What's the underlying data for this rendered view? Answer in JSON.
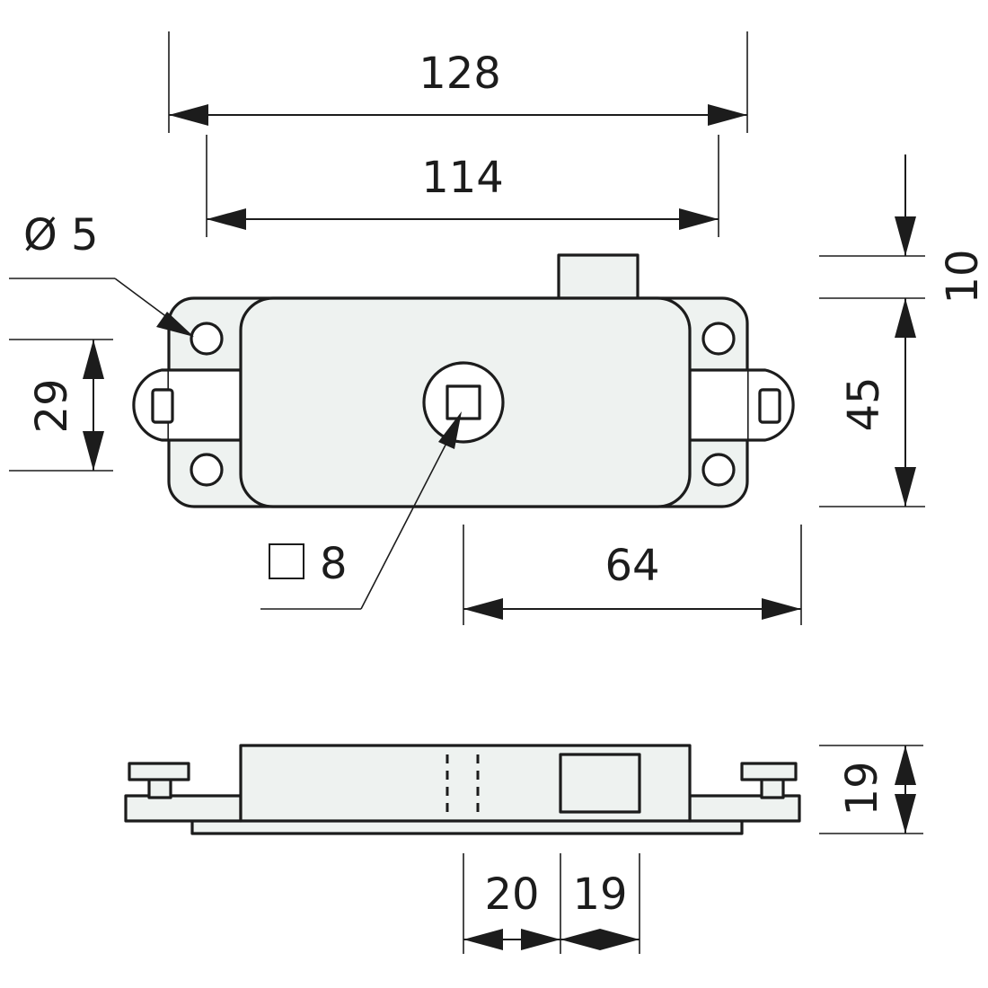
{
  "dimensions": {
    "overall_length": "128",
    "hole_spacing": "114",
    "hole_diameter": "Ø 5",
    "square_hole": "8",
    "hole_vertical_spacing": "29",
    "height": "45",
    "pin_height": "10",
    "offset": "64",
    "thickness": "19",
    "side_a": "20",
    "side_b": "19"
  },
  "colors": {
    "line": "#1c1c1c",
    "part_fill": "#eef2f0"
  }
}
